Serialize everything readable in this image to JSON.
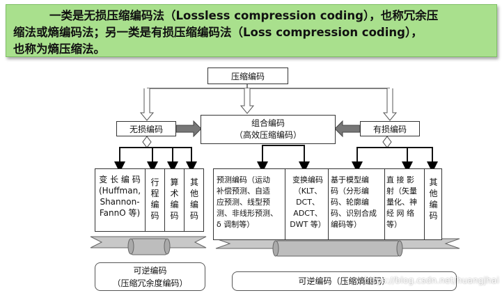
{
  "banner": {
    "line1": "一类是无损压缩编码法（Lossless compression coding），也称冗余压",
    "line2": "缩法或熵编码法；另一类是有损压缩编码法（Loss compression coding），",
    "line3": "也称为熵压缩法。"
  },
  "diagram": {
    "root": "压缩编码",
    "center_line1": "组合编码",
    "center_line2": "（高效压缩编码）",
    "left_branch": "无损编码",
    "right_branch": "有损编码",
    "lossless_methods": [
      [
        "变 长 编 码",
        "(Huffman,",
        "Shannon-",
        "FannO 等)"
      ],
      [
        "行",
        "程",
        "编",
        "码"
      ],
      [
        "算",
        "术",
        "编",
        "码"
      ],
      [
        "其",
        "他",
        "编",
        "码"
      ]
    ],
    "lossy_methods": [
      [
        "预测编码（运动",
        "补偿预测、自适",
        "应预测、线型预",
        "测、非线形预测、",
        "δ 调制等）"
      ],
      [
        "变换编码",
        "（KLT、",
        "DCT、",
        "ADCT、",
        "DWT 等）"
      ],
      [
        "基于模型编",
        "码（分形编",
        "码、轮廓编",
        "码、识别合成",
        "编码等）"
      ],
      [
        "直 接 影",
        "射（矢量",
        "量化、神",
        "经 网 络",
        "等）"
      ],
      [
        "其",
        "他",
        "编",
        "码"
      ]
    ],
    "lossless_result_line1": "可逆编码",
    "lossless_result_line2": "（压缩冗余度编码）",
    "lossy_result": "可逆编码（压缩熵编码）"
  },
  "watermark": "https://blog.csdn.net/huangjhai",
  "colors": {
    "banner_bg": "#a9e08d",
    "scroll_fill": "#bdbdbd"
  }
}
